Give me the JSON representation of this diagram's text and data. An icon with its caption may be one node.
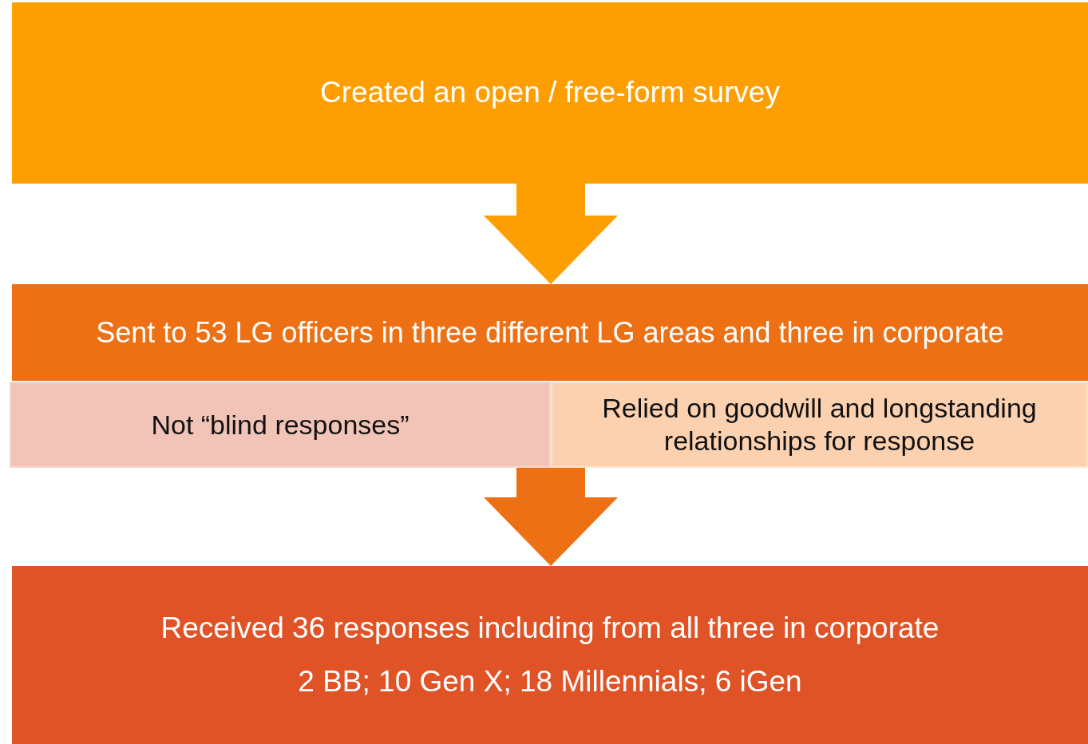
{
  "diagram": {
    "nodes": [
      {
        "text": [
          "Created an open / free-form survey"
        ]
      },
      {
        "text": [
          "Sent to 53 LG officers in three different LG areas and three in corporate"
        ]
      },
      {
        "text": [
          "Not “blind responses”"
        ]
      },
      {
        "text": [
          "Relied on goodwill and longstanding relationships for response"
        ]
      },
      {
        "text": [
          "Received 36 responses including from all three in corporate",
          "2 BB; 10 Gen X; 18 Millennials; 6 iGen"
        ]
      }
    ],
    "edges": [
      {
        "from": 0,
        "to": 1,
        "arrow": "to",
        "color": "#fd9f03"
      },
      {
        "from": 2,
        "to": 4,
        "arrow": "to",
        "color": "#ed7114"
      },
      {
        "from": 3,
        "to": 4,
        "arrow": "to",
        "color": "#ed7114"
      }
    ]
  }
}
